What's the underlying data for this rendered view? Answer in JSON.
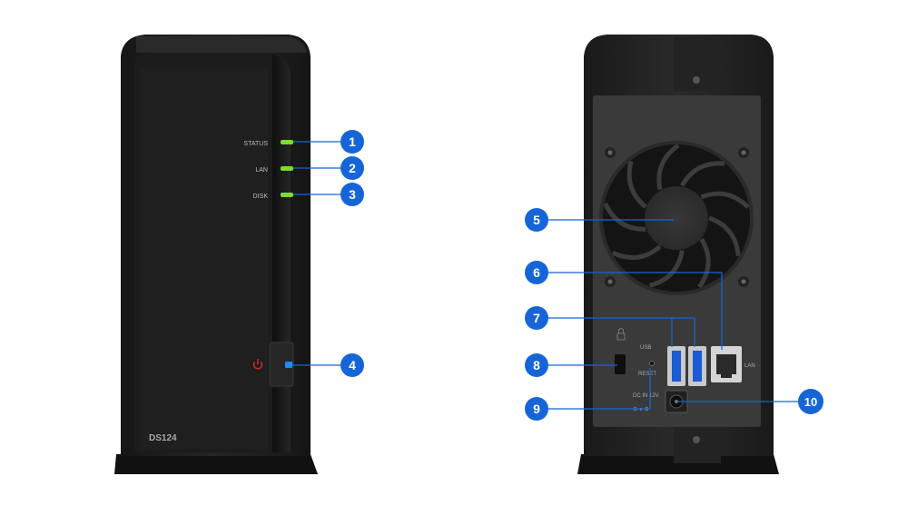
{
  "front_panel": {
    "leds": [
      {
        "label": "STATUS",
        "color": "#7edc2a"
      },
      {
        "label": "LAN",
        "color": "#7edc2a"
      },
      {
        "label": "DISK",
        "color": "#7edc2a"
      }
    ],
    "model": "DS124",
    "power_icon_color": "#e02424",
    "power_led_color": "#1e88ff"
  },
  "rear_panel": {
    "usb_label": "USB",
    "lan_label": "LAN",
    "reset_label": "RESET",
    "power_in_label": "DC IN 12V",
    "power_in_sub": "⊖-●-⊕"
  },
  "callouts": [
    {
      "number": "1"
    },
    {
      "number": "2"
    },
    {
      "number": "3"
    },
    {
      "number": "4"
    },
    {
      "number": "5"
    },
    {
      "number": "6"
    },
    {
      "number": "7"
    },
    {
      "number": "8"
    },
    {
      "number": "9"
    },
    {
      "number": "10"
    }
  ],
  "colors": {
    "callout": "#1565d8",
    "chassis": "#1e1e1e",
    "chassis_light": "#2f2f2f",
    "panel": "#3a3a3a"
  }
}
